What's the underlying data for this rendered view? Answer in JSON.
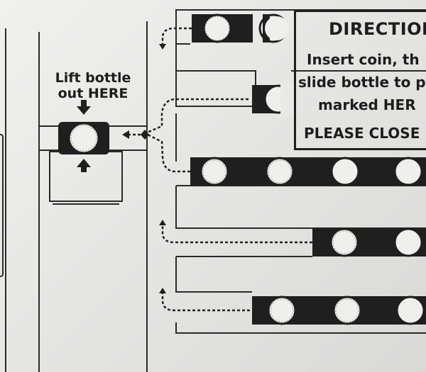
{
  "diagram": {
    "lift_label_line1": "Lift bottle",
    "lift_label_line2": "out HERE"
  },
  "directions": {
    "title": "DIRECTION",
    "line1": "Insert coin, th",
    "line2": "slide bottle to p",
    "line3": "marked HER",
    "line4": "PLEASE CLOSE"
  },
  "colors": {
    "paper": "#ebebe8",
    "ink": "#1f1f1f"
  }
}
